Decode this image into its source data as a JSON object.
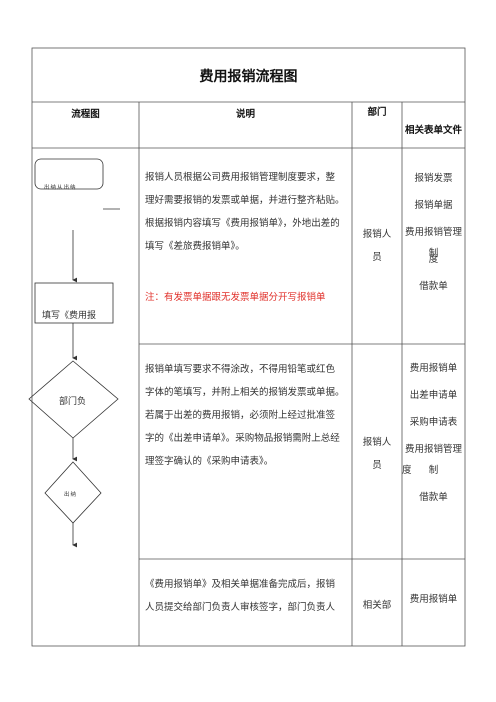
{
  "document": {
    "title": "费用报销流程图",
    "headers": {
      "flow": "流程图",
      "description": "说明",
      "department": "部门",
      "forms": "相关表单文件"
    },
    "flowchart": {
      "start_label": "出纳从出纳",
      "fill_box_label": "填写《费用报",
      "diamond1_label": "部门负",
      "diamond2_label": "出纳"
    },
    "rows": [
      {
        "description_lines": [
          "报销人员根据公司费用报销管理制度要求，整",
          "理好需要报销的发票或单据，并进行整齐粘贴。",
          "根据报销内容填写《费用报销单》，外地出差的",
          "填写《差旅费报销单》。"
        ],
        "note": "注：有发票单据跟无发票单据分开写报销单",
        "department_lines": [
          "报销人",
          "员"
        ],
        "forms": [
          "报销发票",
          "报销单据",
          "费用报销管理制",
          "度",
          "借款单"
        ]
      },
      {
        "description_lines": [
          "报销单填写要求不得涂改，不得用铅笔或红色",
          "字体的笔填写，并附上相关的报销发票或单据。",
          "若属于出差的费用报销，必须附上经过批准签",
          "字的《出差申请单》。采购物品报销需附上总经",
          "理签字确认的《采购申请表》。"
        ],
        "department_lines": [
          "报销人",
          "员"
        ],
        "forms": [
          "费用报销单",
          "出差申请单",
          "采购申请表",
          "费用报销管理制",
          "度",
          "借款单"
        ]
      },
      {
        "description_lines": [
          "《费用报销单》及相关单据准备完成后，报销",
          "人员提交给部门负责人审核签字，部门负责人"
        ],
        "department_lines": [
          "相关部"
        ],
        "forms": [
          "费用报销单"
        ]
      }
    ]
  }
}
